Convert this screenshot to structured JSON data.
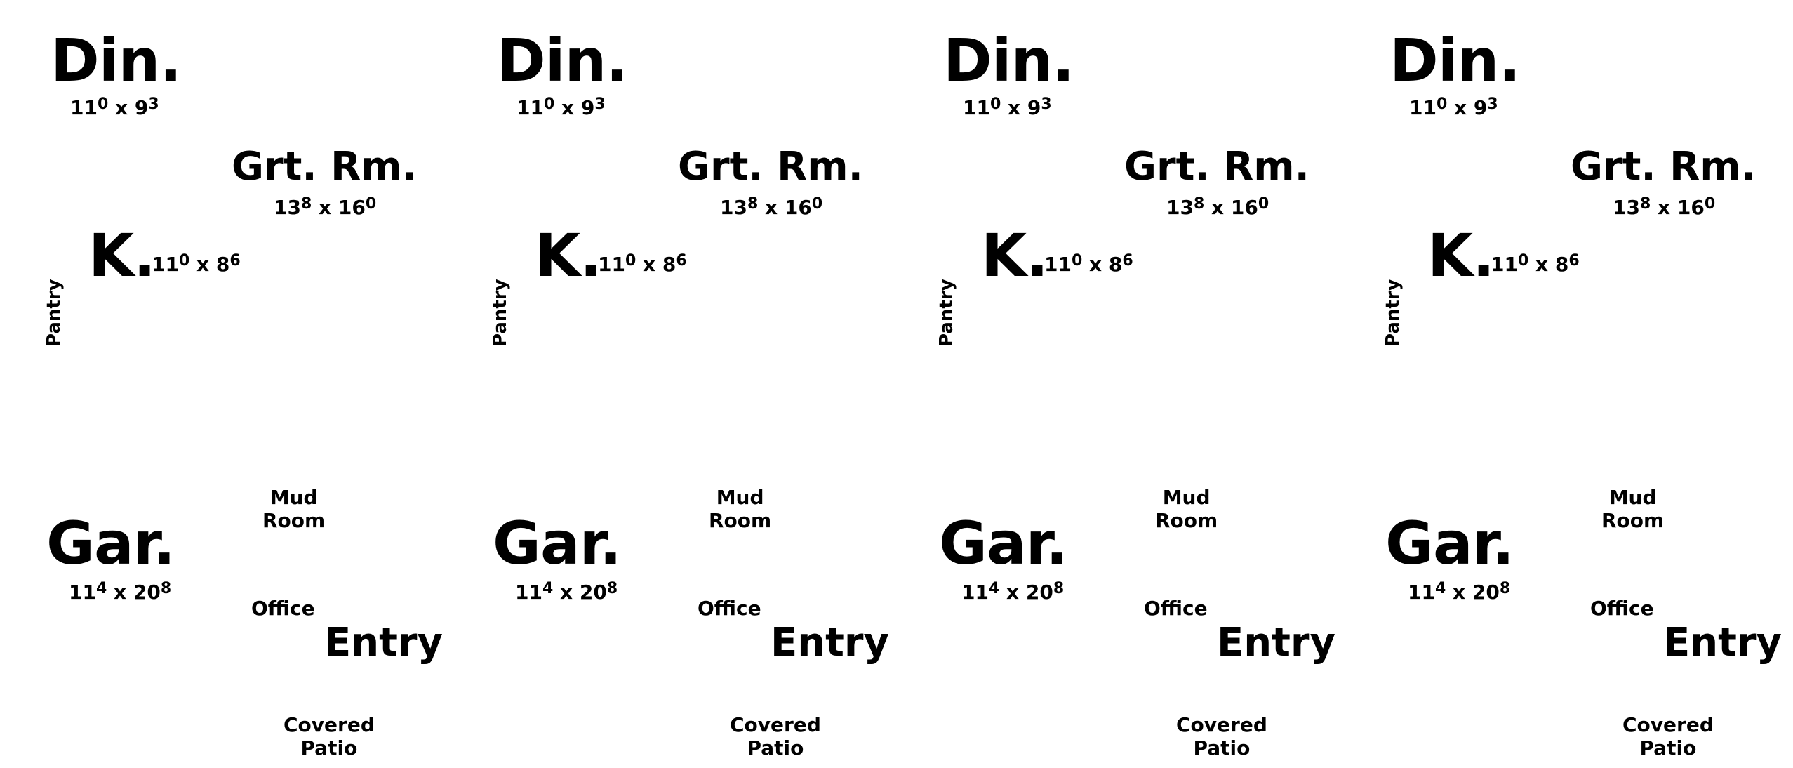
{
  "plans": [
    {
      "dining": {
        "name": "Din.",
        "w": "11",
        "w_sup": "0",
        "d": "9",
        "d_sup": "3"
      },
      "great_room": {
        "name": "Grt. Rm.",
        "w": "13",
        "w_sup": "8",
        "d": "16",
        "d_sup": "0"
      },
      "kitchen": {
        "name": "K.",
        "w": "11",
        "w_sup": "0",
        "d": "8",
        "d_sup": "6"
      },
      "pantry": "Pantry",
      "mud_room": {
        "line1": "Mud",
        "line2": "Room"
      },
      "garage": {
        "name": "Gar.",
        "w": "11",
        "w_sup": "4",
        "d": "20",
        "d_sup": "8"
      },
      "office": "Office",
      "entry": "Entry",
      "covered_patio": {
        "line1": "Covered",
        "line2": "Patio"
      }
    },
    {
      "dining": {
        "name": "Din.",
        "w": "11",
        "w_sup": "0",
        "d": "9",
        "d_sup": "3"
      },
      "great_room": {
        "name": "Grt. Rm.",
        "w": "13",
        "w_sup": "8",
        "d": "16",
        "d_sup": "0"
      },
      "kitchen": {
        "name": "K.",
        "w": "11",
        "w_sup": "0",
        "d": "8",
        "d_sup": "6"
      },
      "pantry": "Pantry",
      "mud_room": {
        "line1": "Mud",
        "line2": "Room"
      },
      "garage": {
        "name": "Gar.",
        "w": "11",
        "w_sup": "4",
        "d": "20",
        "d_sup": "8"
      },
      "office": "Office",
      "entry": "Entry",
      "covered_patio": {
        "line1": "Covered",
        "line2": "Patio"
      }
    },
    {
      "dining": {
        "name": "Din.",
        "w": "11",
        "w_sup": "0",
        "d": "9",
        "d_sup": "3"
      },
      "great_room": {
        "name": "Grt. Rm.",
        "w": "13",
        "w_sup": "8",
        "d": "16",
        "d_sup": "0"
      },
      "kitchen": {
        "name": "K.",
        "w": "11",
        "w_sup": "0",
        "d": "8",
        "d_sup": "6"
      },
      "pantry": "Pantry",
      "mud_room": {
        "line1": "Mud",
        "line2": "Room"
      },
      "garage": {
        "name": "Gar.",
        "w": "11",
        "w_sup": "4",
        "d": "20",
        "d_sup": "8"
      },
      "office": "Office",
      "entry": "Entry",
      "covered_patio": {
        "line1": "Covered",
        "line2": "Patio"
      }
    },
    {
      "dining": {
        "name": "Din.",
        "w": "11",
        "w_sup": "0",
        "d": "9",
        "d_sup": "3"
      },
      "great_room": {
        "name": "Grt. Rm.",
        "w": "13",
        "w_sup": "8",
        "d": "16",
        "d_sup": "0"
      },
      "kitchen": {
        "name": "K.",
        "w": "11",
        "w_sup": "0",
        "d": "8",
        "d_sup": "6"
      },
      "pantry": "Pantry",
      "mud_room": {
        "line1": "Mud",
        "line2": "Room"
      },
      "garage": {
        "name": "Gar.",
        "w": "11",
        "w_sup": "4",
        "d": "20",
        "d_sup": "8"
      },
      "office": "Office",
      "entry": "Entry",
      "covered_patio": {
        "line1": "Covered",
        "line2": "Patio"
      }
    }
  ]
}
